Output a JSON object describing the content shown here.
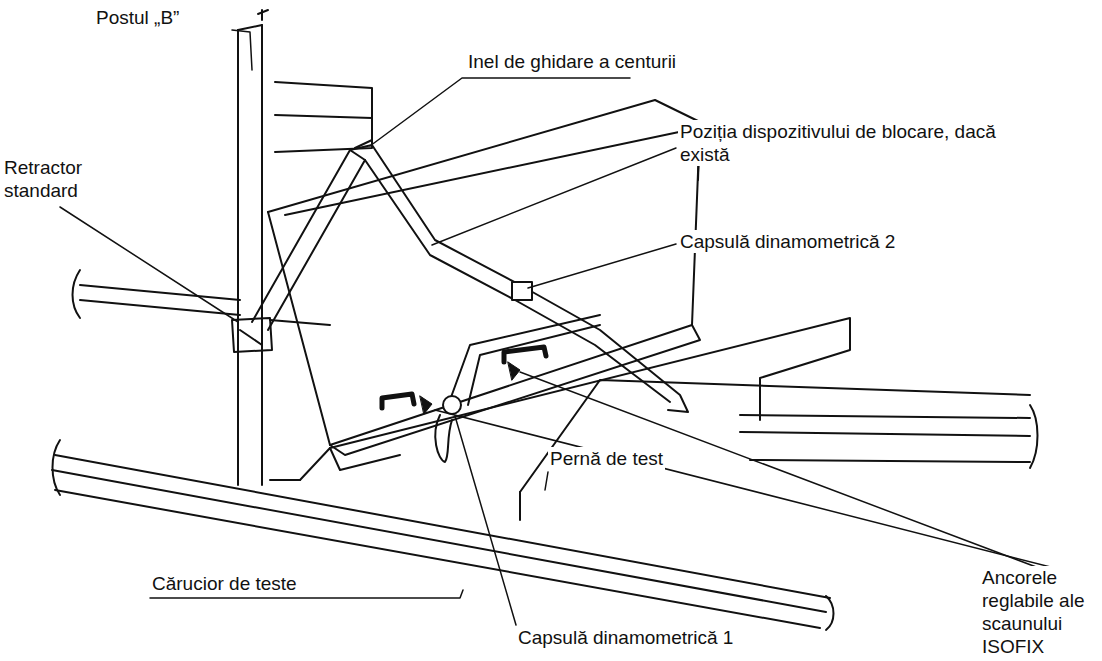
{
  "diagram": {
    "labels": [
      "Postul „B”",
      "Inel de ghidare a centurii",
      "Retractor standard",
      "Poziția dispozitivului de blocare, dacă există",
      "Capsulă dinamometrică 2",
      "Pernă de test",
      "Cărucior de teste",
      "Capsulă dinamometrică 1",
      "Ancorele reglabile ale scaunului ISOFIX"
    ]
  }
}
